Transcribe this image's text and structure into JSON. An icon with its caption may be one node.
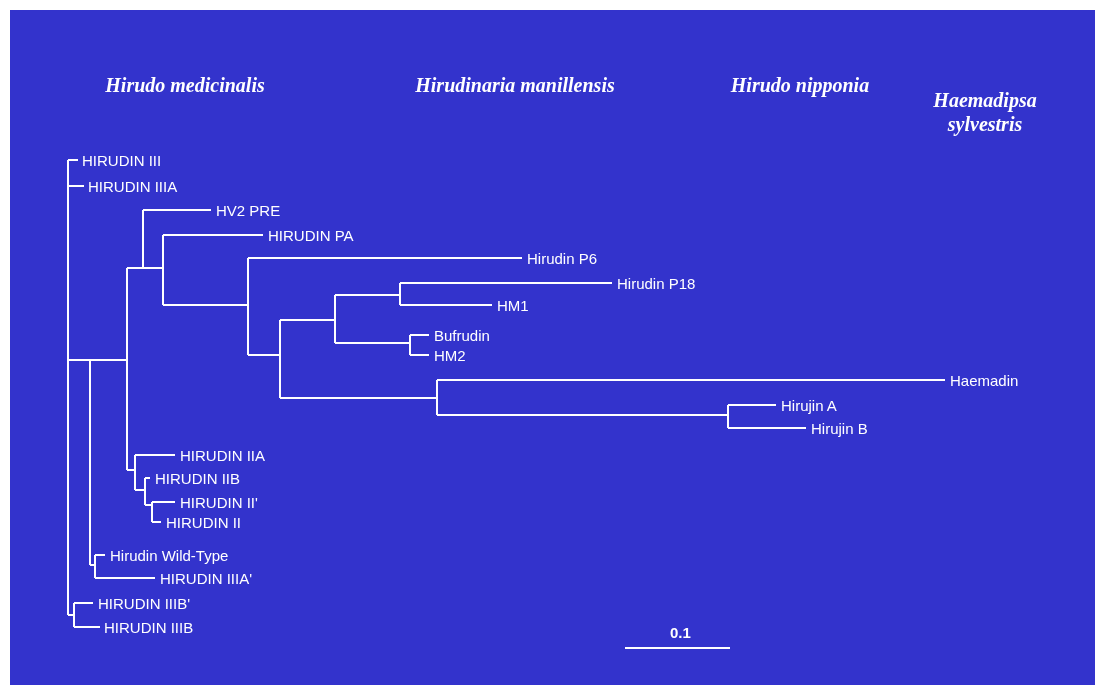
{
  "diagram": {
    "labels": [
      "Hirudo medicinalis",
      "Hirudinaria manillensis",
      "Hirudo nipponia",
      "Haemadipsa sylvestris",
      "HIRUDIN III",
      "HIRUDIN IIIA",
      "HV2 PRE",
      "HIRUDIN PA",
      "Hirudin P6",
      "Hirudin P18",
      "HM1",
      "Bufrudin",
      "HM2",
      "Haemadin",
      "Hirujin A",
      "Hirujin B",
      "HIRUDIN IIA",
      "HIRUDIN IIB",
      "HIRUDIN II'",
      "HIRUDIN II",
      "Hirudin Wild-Type",
      "HIRUDIN IIIA'",
      "HIRUDIN IIIB'",
      "HIRUDIN IIIB",
      "0.1"
    ]
  }
}
